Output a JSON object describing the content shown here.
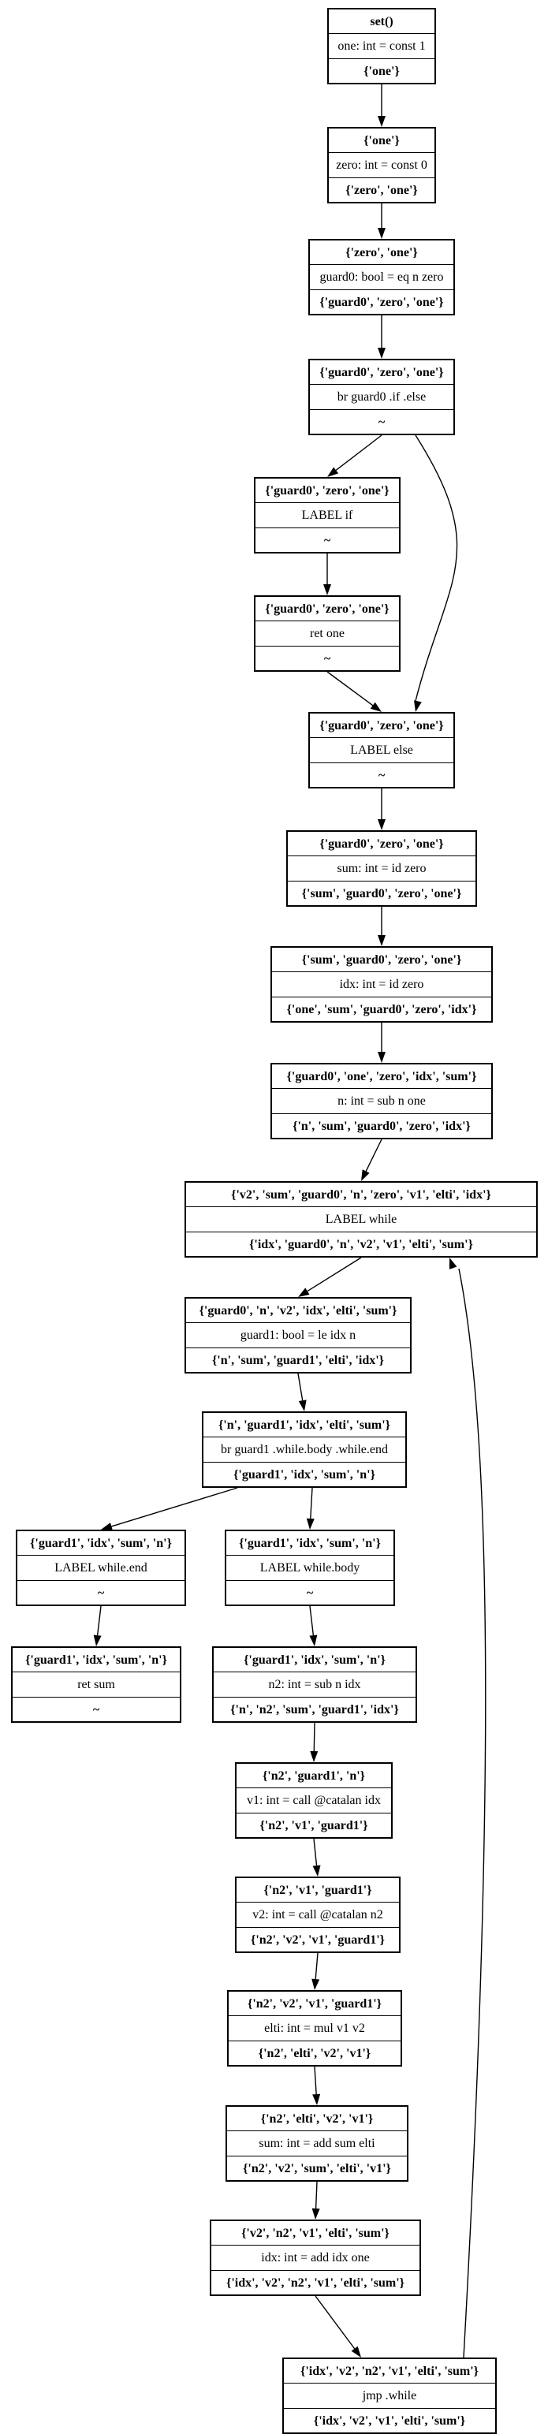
{
  "nodes": [
    {
      "id": "n0",
      "in": "set()",
      "inst": "one: int = const 1",
      "out": "{'one'}"
    },
    {
      "id": "n1",
      "in": "{'one'}",
      "inst": "zero: int = const 0",
      "out": "{'zero', 'one'}"
    },
    {
      "id": "n2",
      "in": "{'zero', 'one'}",
      "inst": "guard0: bool = eq n zero",
      "out": "{'guard0', 'zero', 'one'}"
    },
    {
      "id": "n3",
      "in": "{'guard0', 'zero', 'one'}",
      "inst": "br guard0 .if .else",
      "out": "~"
    },
    {
      "id": "n4",
      "in": "{'guard0', 'zero', 'one'}",
      "inst": "LABEL if",
      "out": "~"
    },
    {
      "id": "n5",
      "in": "{'guard0', 'zero', 'one'}",
      "inst": "ret one",
      "out": "~"
    },
    {
      "id": "n6",
      "in": "{'guard0', 'zero', 'one'}",
      "inst": "LABEL else",
      "out": "~"
    },
    {
      "id": "n7",
      "in": "{'guard0', 'zero', 'one'}",
      "inst": "sum: int = id zero",
      "out": "{'sum', 'guard0', 'zero', 'one'}"
    },
    {
      "id": "n8",
      "in": "{'sum', 'guard0', 'zero', 'one'}",
      "inst": "idx: int = id zero",
      "out": "{'one', 'sum', 'guard0', 'zero', 'idx'}"
    },
    {
      "id": "n9",
      "in": "{'guard0', 'one', 'zero', 'idx', 'sum'}",
      "inst": "n: int = sub n one",
      "out": "{'n', 'sum', 'guard0', 'zero', 'idx'}"
    },
    {
      "id": "n10",
      "in": "{'v2', 'sum', 'guard0', 'n', 'zero', 'v1', 'elti', 'idx'}",
      "inst": "LABEL while",
      "out": "{'idx', 'guard0', 'n', 'v2', 'v1', 'elti', 'sum'}"
    },
    {
      "id": "n11",
      "in": "{'guard0', 'n', 'v2', 'idx', 'elti', 'sum'}",
      "inst": "guard1: bool = le idx n",
      "out": "{'n', 'sum', 'guard1', 'elti', 'idx'}"
    },
    {
      "id": "n12",
      "in": "{'n', 'guard1', 'idx', 'elti', 'sum'}",
      "inst": "br guard1 .while.body .while.end",
      "out": "{'guard1', 'idx', 'sum', 'n'}"
    },
    {
      "id": "n13",
      "in": "{'guard1', 'idx', 'sum', 'n'}",
      "inst": "LABEL while.end",
      "out": "~"
    },
    {
      "id": "n14",
      "in": "{'guard1', 'idx', 'sum', 'n'}",
      "inst": "LABEL while.body",
      "out": "~"
    },
    {
      "id": "n15",
      "in": "{'guard1', 'idx', 'sum', 'n'}",
      "inst": "ret sum",
      "out": "~"
    },
    {
      "id": "n16",
      "in": "{'guard1', 'idx', 'sum', 'n'}",
      "inst": "n2: int = sub n idx",
      "out": "{'n', 'n2', 'sum', 'guard1', 'idx'}"
    },
    {
      "id": "n17",
      "in": "{'n2', 'guard1', 'n'}",
      "inst": "v1: int = call @catalan idx",
      "out": "{'n2', 'v1', 'guard1'}"
    },
    {
      "id": "n18",
      "in": "{'n2', 'v1', 'guard1'}",
      "inst": "v2: int = call @catalan n2",
      "out": "{'n2', 'v2', 'v1', 'guard1'}"
    },
    {
      "id": "n19",
      "in": "{'n2', 'v2', 'v1', 'guard1'}",
      "inst": "elti: int = mul v1 v2",
      "out": "{'n2', 'elti', 'v2', 'v1'}"
    },
    {
      "id": "n20",
      "in": "{'n2', 'elti', 'v2', 'v1'}",
      "inst": "sum: int = add sum elti",
      "out": "{'n2', 'v2', 'sum', 'elti', 'v1'}"
    },
    {
      "id": "n21",
      "in": "{'v2', 'n2', 'v1', 'elti', 'sum'}",
      "inst": "idx: int = add idx one",
      "out": "{'idx', 'v2', 'n2', 'v1', 'elti', 'sum'}"
    },
    {
      "id": "n22",
      "in": "{'idx', 'v2', 'n2', 'v1', 'elti', 'sum'}",
      "inst": "jmp .while",
      "out": "{'idx', 'v2', 'v1', 'elti', 'sum'}"
    }
  ],
  "edges": [
    [
      "n0",
      "n1"
    ],
    [
      "n1",
      "n2"
    ],
    [
      "n2",
      "n3"
    ],
    [
      "n3",
      "n4"
    ],
    [
      "n3",
      "n6"
    ],
    [
      "n4",
      "n5"
    ],
    [
      "n5",
      "n6"
    ],
    [
      "n6",
      "n7"
    ],
    [
      "n7",
      "n8"
    ],
    [
      "n8",
      "n9"
    ],
    [
      "n9",
      "n10"
    ],
    [
      "n10",
      "n11"
    ],
    [
      "n11",
      "n12"
    ],
    [
      "n12",
      "n13"
    ],
    [
      "n12",
      "n14"
    ],
    [
      "n13",
      "n15"
    ],
    [
      "n14",
      "n16"
    ],
    [
      "n16",
      "n17"
    ],
    [
      "n17",
      "n18"
    ],
    [
      "n18",
      "n19"
    ],
    [
      "n19",
      "n20"
    ],
    [
      "n20",
      "n21"
    ],
    [
      "n21",
      "n22"
    ],
    [
      "n22",
      "n10"
    ]
  ]
}
